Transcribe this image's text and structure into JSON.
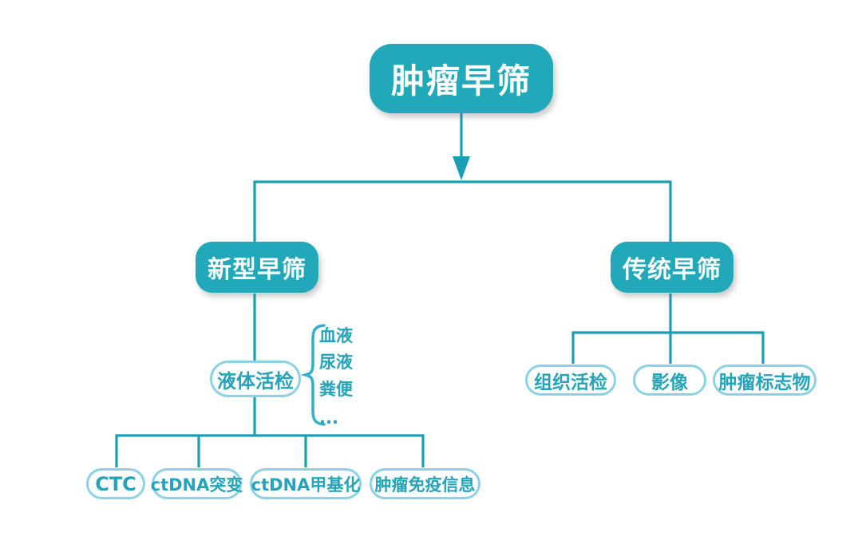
{
  "diagram": {
    "root": {
      "label": "肿瘤早筛"
    },
    "branches": {
      "new": {
        "label": "新型早筛"
      },
      "traditional": {
        "label": "传统早筛"
      }
    },
    "liquid_biopsy": {
      "label": "液体活检",
      "samples": [
        "血液",
        "尿液",
        "粪便",
        "..."
      ]
    },
    "new_children": [
      "CTC",
      "ctDNA突变",
      "ctDNA甲基化",
      "肿瘤免疫信息"
    ],
    "traditional_children": [
      "组织活检",
      "影像",
      "肿瘤标志物"
    ],
    "colors": {
      "teal_fill": "#21a8b9",
      "line": "#189fb4",
      "pill_border": "#8bd2e5",
      "pill_text": "#25a4b9",
      "brace": "#35b0c8"
    }
  }
}
